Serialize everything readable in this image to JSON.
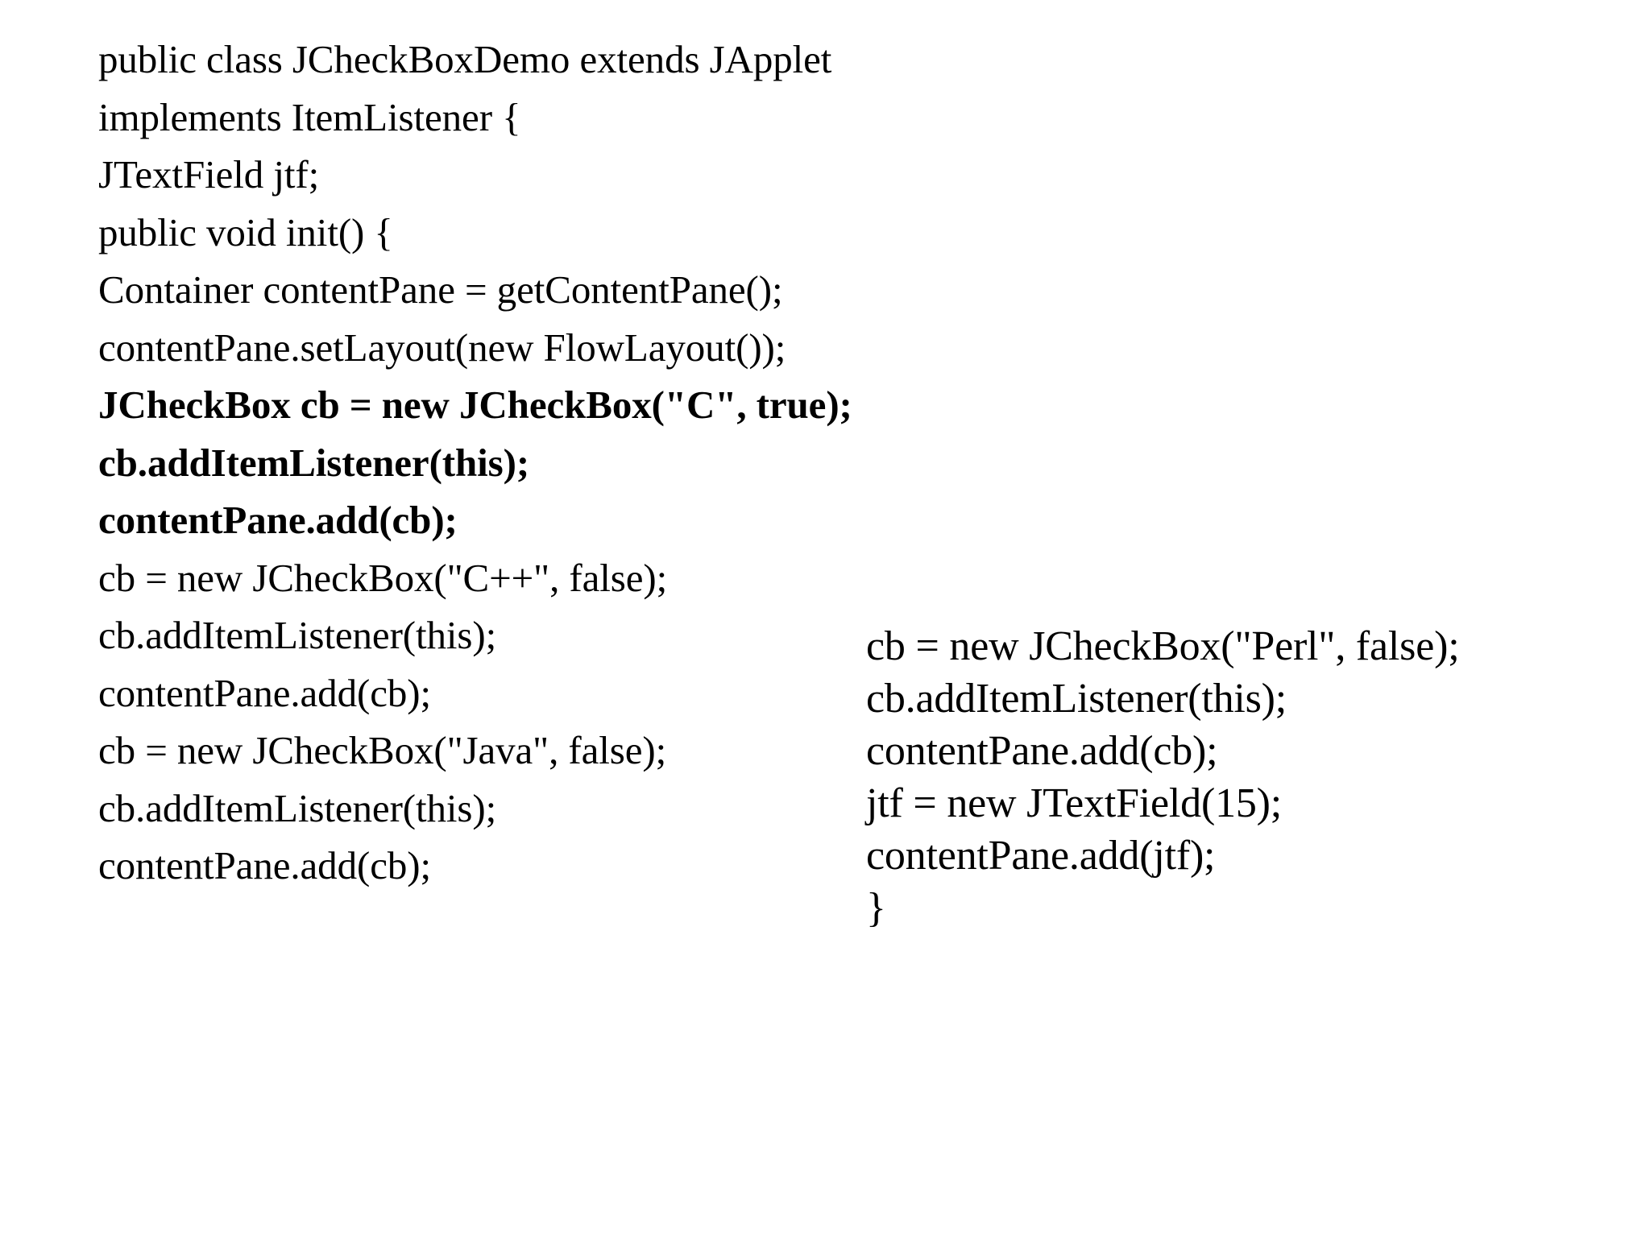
{
  "slide": {
    "background_color": "#ffffff",
    "text_color": "#000000",
    "language": "java",
    "left_column": {
      "lines": [
        {
          "text": "public class JCheckBoxDemo extends JApplet",
          "bold": false
        },
        {
          "text": "implements ItemListener {",
          "bold": false
        },
        {
          "text": "JTextField jtf;",
          "bold": false
        },
        {
          "text": "public void init() {",
          "bold": false
        },
        {
          "text": "Container contentPane = getContentPane();",
          "bold": false
        },
        {
          "text": "contentPane.setLayout(new FlowLayout());",
          "bold": false
        },
        {
          "text": "JCheckBox cb = new JCheckBox(\"C\", true);",
          "bold": true
        },
        {
          "text": "cb.addItemListener(this);",
          "bold": true
        },
        {
          "text": "contentPane.add(cb);",
          "bold": true
        },
        {
          "text": "cb = new JCheckBox(\"C++\", false);",
          "bold": false
        },
        {
          "text": "cb.addItemListener(this);",
          "bold": false
        },
        {
          "text": "contentPane.add(cb);",
          "bold": false
        },
        {
          "text": "cb = new JCheckBox(\"Java\", false);",
          "bold": false
        },
        {
          "text": "cb.addItemListener(this);",
          "bold": false
        },
        {
          "text": "contentPane.add(cb);",
          "bold": false
        }
      ]
    },
    "right_column": {
      "lines": [
        {
          "text": "cb = new JCheckBox(\"Perl\", false);",
          "bold": false
        },
        {
          "text": "cb.addItemListener(this);",
          "bold": false
        },
        {
          "text": "contentPane.add(cb);",
          "bold": false
        },
        {
          "text": "jtf = new JTextField(15);",
          "bold": false
        },
        {
          "text": "contentPane.add(jtf);",
          "bold": false
        },
        {
          "text": "}",
          "bold": false
        }
      ]
    }
  }
}
